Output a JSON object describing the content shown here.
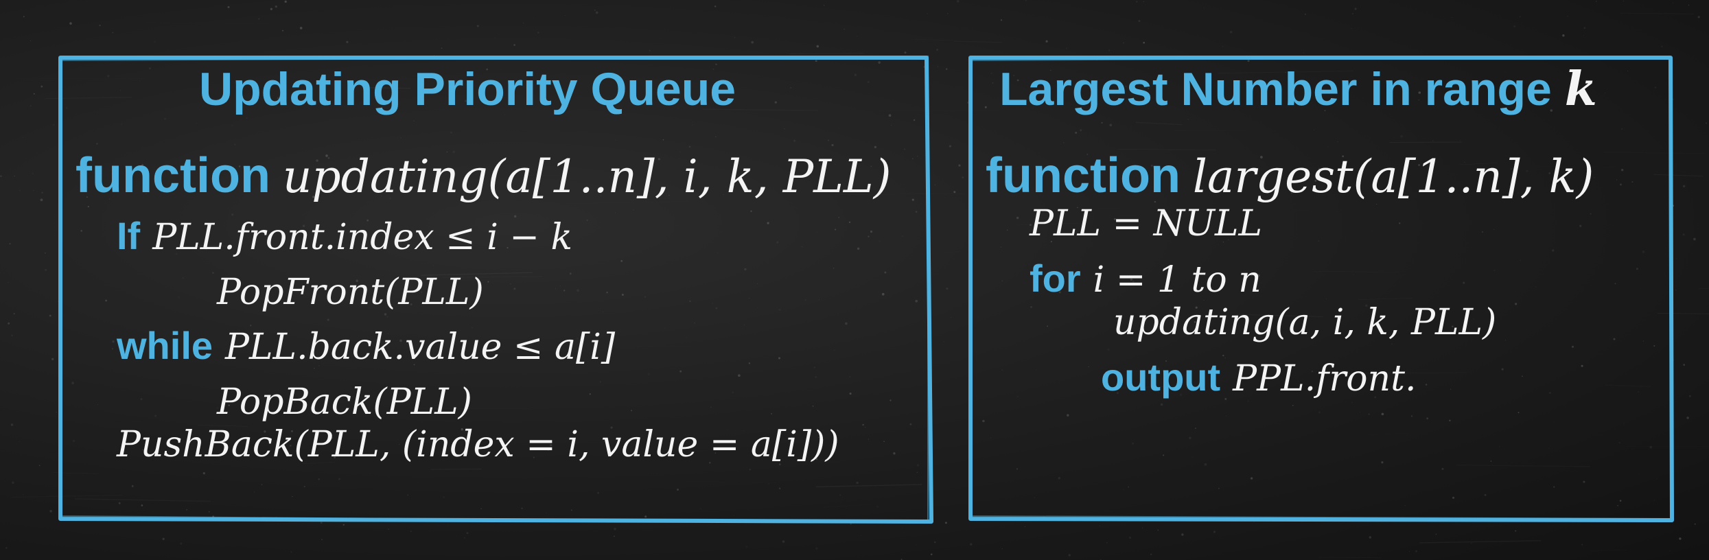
{
  "accent_color": "#4fb3e2",
  "text_color": "#f2f2f2",
  "background_color": "#1b1b1b",
  "left_panel": {
    "title": "Updating Priority Queue",
    "signature_keyword": "function",
    "signature": "updating(a[1..n], i, k, PLL)",
    "lines": [
      {
        "keyword": "If",
        "expr": "PLL.front.index ≤ i − k"
      },
      {
        "keyword": "",
        "expr": "PopFront(PLL)"
      },
      {
        "keyword": "while",
        "expr": "PLL.back.value ≤ a[i]"
      },
      {
        "keyword": "",
        "expr": "PopBack(PLL)"
      },
      {
        "keyword": "",
        "expr": "PushBack(PLL, (index = i, value = a[i]))"
      }
    ]
  },
  "right_panel": {
    "title": "Largest Number in range",
    "title_var": "k",
    "signature_keyword": "function",
    "signature": "largest(a[1..n], k)",
    "lines": [
      {
        "keyword": "",
        "expr": "PLL = NULL"
      },
      {
        "keyword": "for",
        "expr": "i = 1 to n"
      },
      {
        "keyword": "",
        "expr": "updating(a, i, k, PLL)"
      },
      {
        "keyword": "output",
        "expr": "PPL.front."
      }
    ]
  }
}
